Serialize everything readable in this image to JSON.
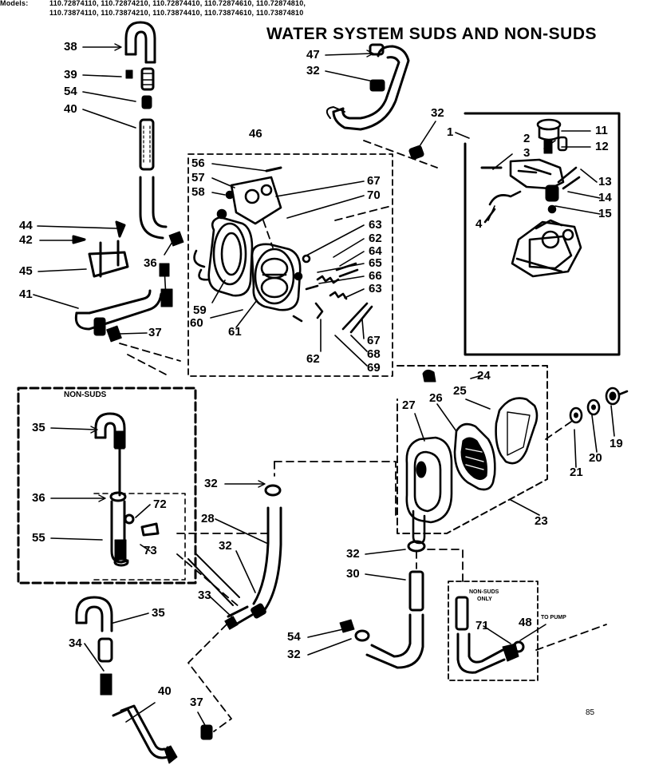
{
  "header": {
    "models_label": "Models:",
    "models_line1": "110.72874110, 110.72874210, 110.72874410, 110.72874610, 110.72874810,",
    "models_line2": "110.73874110, 110.73874210, 110.73874410, 110.73874610, 110.73874810",
    "title": "WATER SYSTEM SUDS AND NON-SUDS"
  },
  "groups": {
    "non_suds": "NON-SUDS",
    "non_suds_only_line1": "NON-SUDS",
    "non_suds_only_line2": "ONLY",
    "to_pump": "TO PUMP"
  },
  "page_code": "85",
  "callouts": {
    "c38": "38",
    "c39": "39",
    "c54a": "54",
    "c40a": "40",
    "c44": "44",
    "c42": "42",
    "c45": "45",
    "c41": "41",
    "c36a": "36",
    "c37a": "37",
    "c46": "46",
    "c56": "56",
    "c57": "57",
    "c58": "58",
    "c59": "59",
    "c60": "60",
    "c61": "61",
    "c67a": "67",
    "c70": "70",
    "c63a": "63",
    "c62a": "62",
    "c64": "64",
    "c65": "65",
    "c66": "66",
    "c63b": "63",
    "c62b": "62",
    "c67b": "67",
    "c68": "68",
    "c69": "69",
    "c47": "47",
    "c32a": "32",
    "c32b": "32",
    "c1": "1",
    "c2": "2",
    "c3": "3",
    "c4": "4",
    "c11": "11",
    "c12": "12",
    "c13": "13",
    "c14": "14",
    "c15": "15",
    "c24": "24",
    "c25": "25",
    "c26": "26",
    "c27": "27",
    "c23": "23",
    "c19": "19",
    "c20": "20",
    "c21": "21",
    "c35a": "35",
    "c36b": "36",
    "c72": "72",
    "c73": "73",
    "c55": "55",
    "c32c": "32",
    "c28": "28",
    "c32d": "32",
    "c33": "33",
    "c35b": "35",
    "c34": "34",
    "c40b": "40",
    "c37b": "37",
    "c32e": "32",
    "c30": "30",
    "c54b": "54",
    "c32f": "32",
    "c48": "48",
    "c71": "71"
  }
}
